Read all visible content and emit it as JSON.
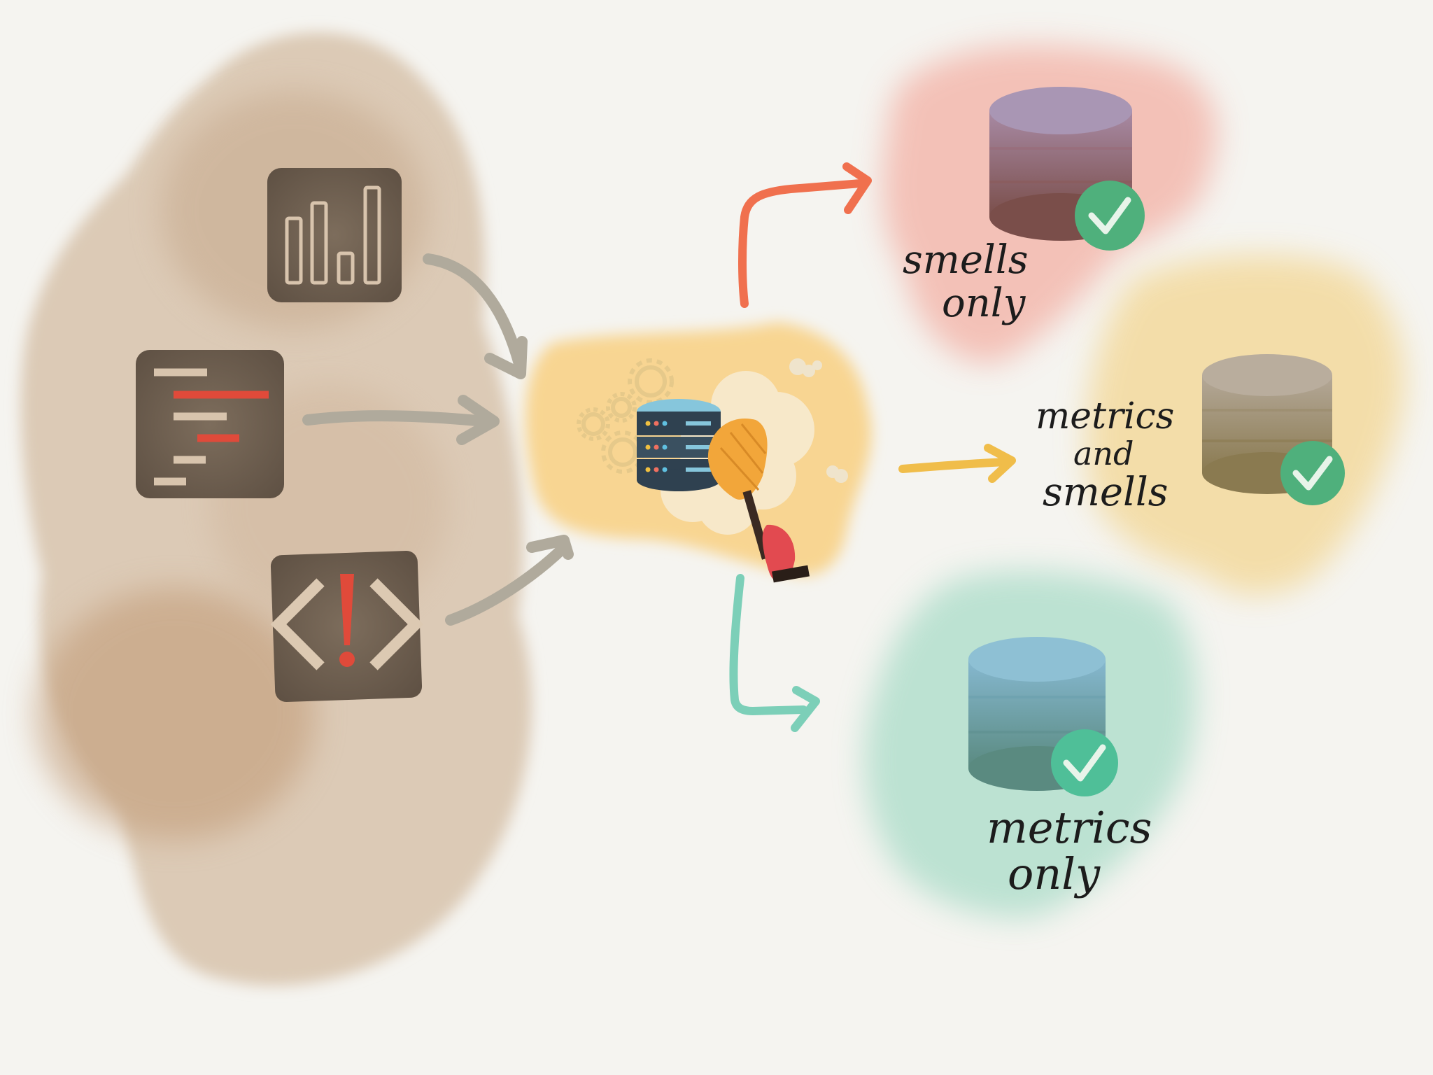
{
  "colors": {
    "background": "#f5f4f0",
    "source_blob": "#c8a888",
    "source_icon": "#6f6050",
    "process_blob": "#f8d592",
    "smells_blob": "#f3b0a4",
    "combined_blob": "#f3d898",
    "metrics_blob": "#a9dcc8",
    "arrow_gray": "#b0aa9c",
    "arrow_red": "#f0704e",
    "arrow_yellow": "#f0bd4a",
    "arrow_teal": "#7ccfb8",
    "check_green": "#4fb07c",
    "alert_red": "#e04a3a"
  },
  "sources": [
    {
      "icon": "bar-chart-icon"
    },
    {
      "icon": "log-lines-icon"
    },
    {
      "icon": "code-alert-icon"
    }
  ],
  "process": {
    "icon": "database-cleaning-icon"
  },
  "outputs": [
    {
      "icon": "database-icon",
      "badge": "check-icon",
      "label_lines": [
        "smells",
        "only"
      ]
    },
    {
      "icon": "database-icon",
      "badge": "check-icon",
      "label_lines": [
        "metrics",
        "and",
        "smells"
      ]
    },
    {
      "icon": "database-icon",
      "badge": "check-icon",
      "label_lines": [
        "metrics",
        "only"
      ]
    }
  ]
}
